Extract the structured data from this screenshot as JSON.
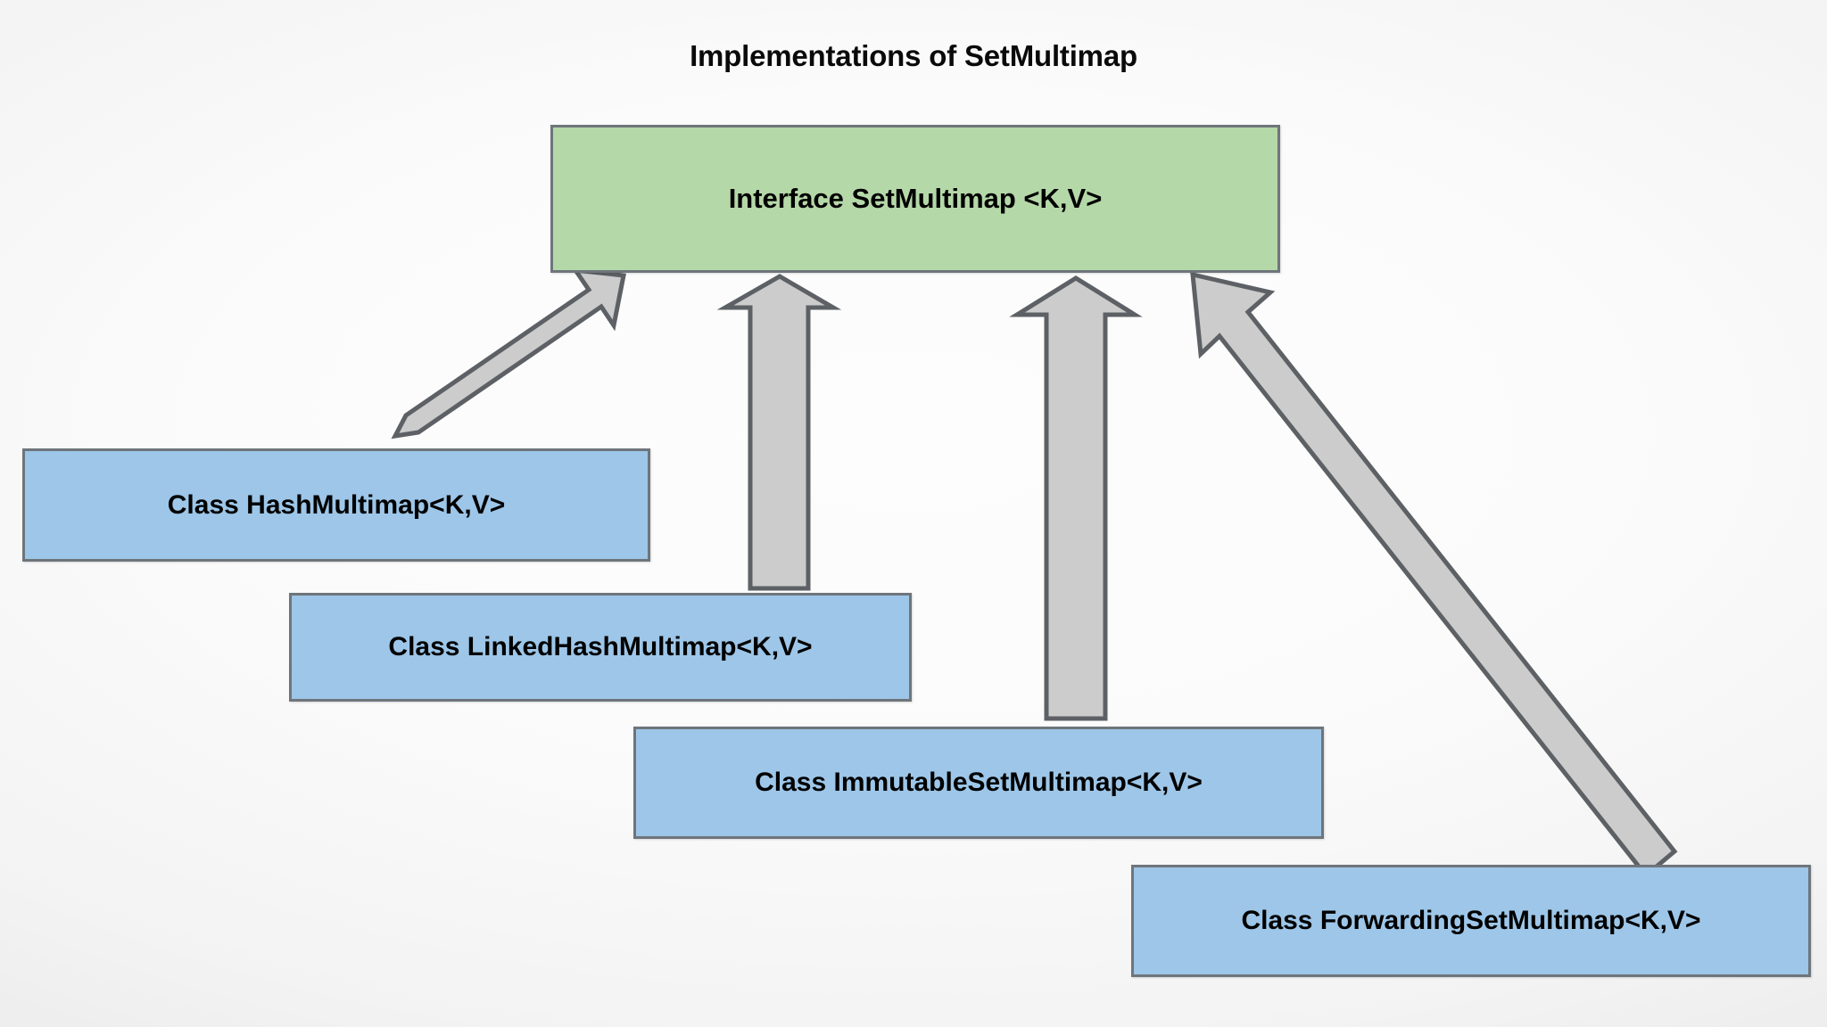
{
  "diagram": {
    "title": "Implementations of SetMultimap",
    "type": "class-hierarchy",
    "background_color": "#efefef",
    "nodes": [
      {
        "id": "interface",
        "label": "Interface SetMultimap <K,V>",
        "kind": "interface",
        "fill": "#b5d8a8",
        "border": "#6e757b"
      },
      {
        "id": "hashmultimap",
        "label": "Class HashMultimap<K,V>",
        "kind": "class",
        "fill": "#9dc6e8",
        "border": "#6e757b"
      },
      {
        "id": "linkedhashmultimap",
        "label": "Class LinkedHashMultimap<K,V>",
        "kind": "class",
        "fill": "#9dc6e8",
        "border": "#6e757b"
      },
      {
        "id": "immutablesetmultimap",
        "label": "Class ImmutableSetMultimap<K,V>",
        "kind": "class",
        "fill": "#9dc6e8",
        "border": "#6e757b"
      },
      {
        "id": "forwardingsetmultimap",
        "label": "Class ForwardingSetMultimap<K,V>",
        "kind": "class",
        "fill": "#9dc6e8",
        "border": "#6e757b"
      }
    ],
    "edges": [
      {
        "id": "edge-hashmultimap",
        "from": "hashmultimap",
        "to": "interface",
        "style": "block-arrow-diagonal-up-right",
        "fill": "#cccccc",
        "stroke": "#5d6165"
      },
      {
        "id": "edge-linkedhashmultimap",
        "from": "linkedhashmultimap",
        "to": "interface",
        "style": "block-arrow-vertical-up",
        "fill": "#cccccc",
        "stroke": "#5d6165"
      },
      {
        "id": "edge-immutablesetmultimap",
        "from": "immutablesetmultimap",
        "to": "interface",
        "style": "block-arrow-vertical-up",
        "fill": "#cccccc",
        "stroke": "#5d6165"
      },
      {
        "id": "edge-forwardingsetmultimap",
        "from": "forwardingsetmultimap",
        "to": "interface",
        "style": "block-arrow-diagonal-up-left",
        "fill": "#cccccc",
        "stroke": "#5d6165"
      }
    ]
  }
}
